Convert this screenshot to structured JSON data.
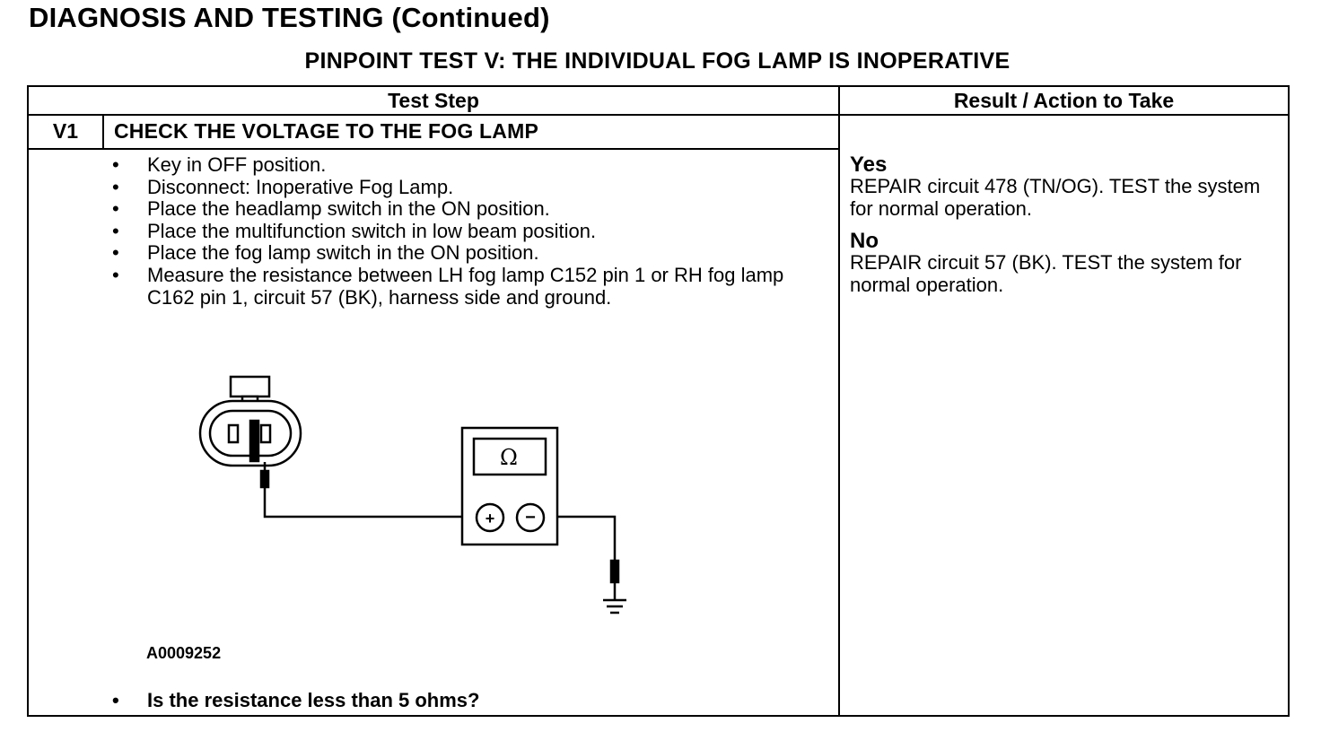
{
  "page": {
    "heading": "DIAGNOSIS AND TESTING (Continued)",
    "test_title": "PINPOINT TEST  V: THE INDIVIDUAL FOG LAMP IS INOPERATIVE"
  },
  "table": {
    "col_test_step": "Test Step",
    "col_result": "Result / Action to Take"
  },
  "step": {
    "id": "V1",
    "title": "CHECK THE VOLTAGE TO THE FOG LAMP",
    "items": [
      "Key in OFF position.",
      "Disconnect: Inoperative Fog Lamp.",
      "Place the headlamp switch in the ON position.",
      "Place the multifunction switch in low beam position.",
      "Place the fog lamp switch in the ON position.",
      "Measure the resistance between LH fog lamp C152 pin 1 or RH fog lamp C162 pin 1, circuit 57 (BK), harness side and ground."
    ],
    "figure_id": "A0009252",
    "question": "Is the resistance less than 5 ohms?"
  },
  "diagram": {
    "meter_symbol": "Ω",
    "plus_symbol": "+",
    "minus_symbol": "−",
    "icons": [
      "connector-icon",
      "ohmmeter-icon",
      "ground-symbol-icon"
    ]
  },
  "results": {
    "yes_label": "Yes",
    "yes_text": "REPAIR circuit 478 (TN/OG). TEST the system for normal operation.",
    "no_label": "No",
    "no_text": "REPAIR circuit 57 (BK). TEST the system for normal operation."
  }
}
